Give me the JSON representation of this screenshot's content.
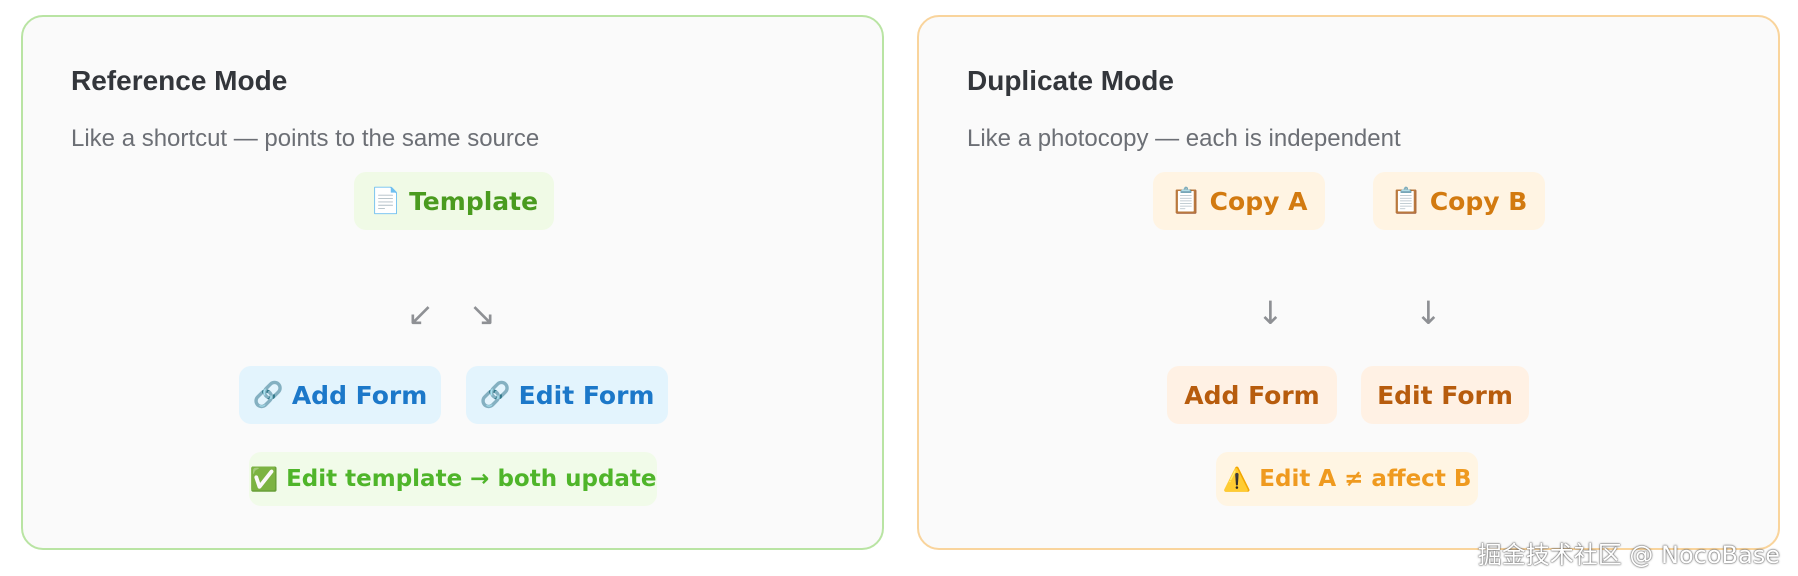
{
  "reference_panel": {
    "title": "Reference Mode",
    "subtitle": "Like a shortcut — points to the same source",
    "template_icon": "📄",
    "template_label": "Template",
    "arrow_left": "↙",
    "arrow_right": "↘",
    "add_form_icon": "🔗",
    "add_form_label": "Add Form",
    "edit_form_icon": "🔗",
    "edit_form_label": "Edit Form",
    "note_icon": "✅",
    "note_label": "Edit template → both update",
    "border_color": "#b9e4a3"
  },
  "duplicate_panel": {
    "title": "Duplicate Mode",
    "subtitle": "Like a photocopy — each is independent",
    "copy_a_icon": "📋",
    "copy_a_label": "Copy A",
    "copy_b_icon": "📋",
    "copy_b_label": "Copy B",
    "arrow_a": "↓",
    "arrow_b": "↓",
    "add_form_label": "Add Form",
    "edit_form_label": "Edit Form",
    "note_icon": "⚠️",
    "note_label": "Edit A ≠ affect B",
    "border_color": "#f9d49c"
  },
  "watermark": "掘金技术社区 @ NocoBase"
}
